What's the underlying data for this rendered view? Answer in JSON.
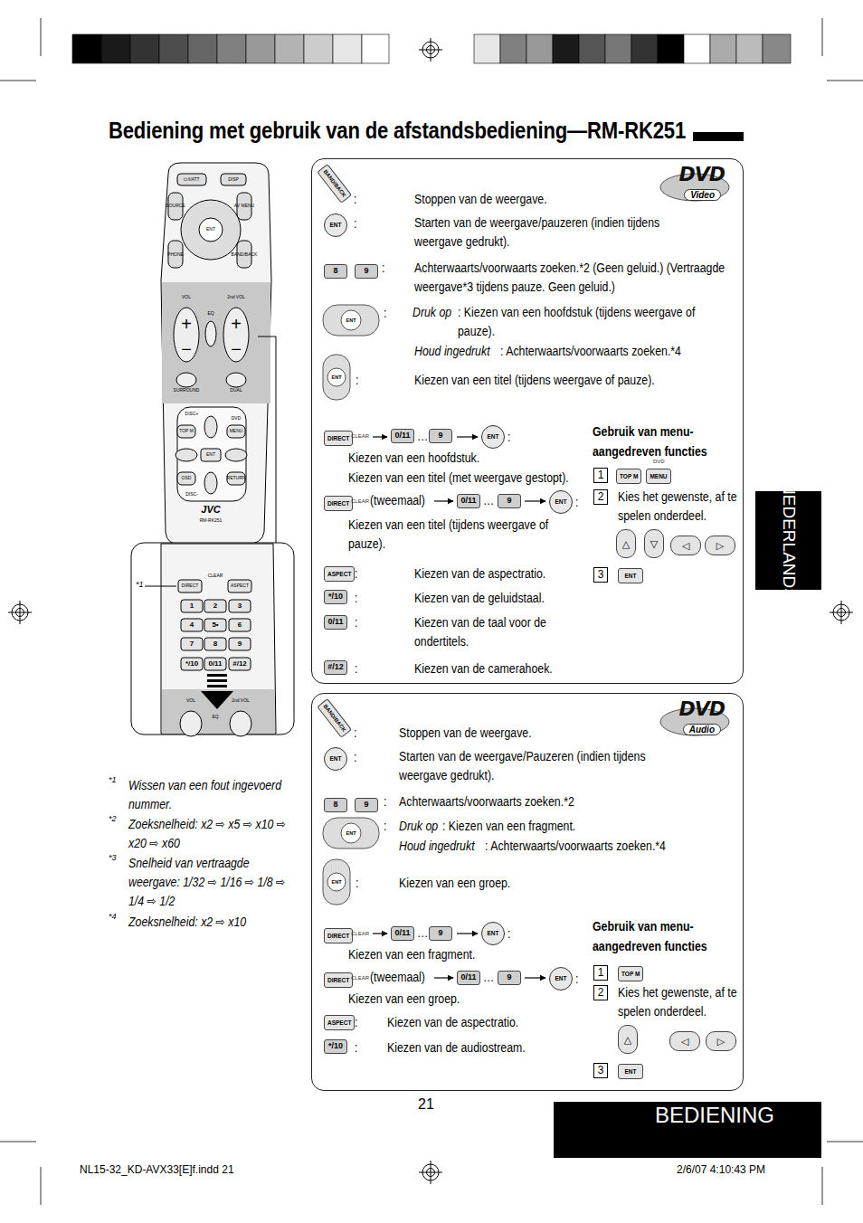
{
  "diagram": {
    "title": "Bediening met gebruik van de afstandsbediening—RM-RK251",
    "nodes": [
      {
        "text": [
          "DVD",
          "Video"
        ]
      },
      {
        "text": [
          "DVD",
          "Audio"
        ]
      },
      {
        "text": [
          "NEDERLANDS"
        ]
      },
      {
        "text": [
          "BEDIENING"
        ]
      }
    ],
    "labels": [
      "*1",
      "Wissen van een fout ingevoerd nummer.",
      "*2",
      "Zoeksnelheid: x2 ⇨ x5 ⇨ x10 ⇨ x20 ⇨ x60",
      "*3",
      "Snelheid van vertraagde weergave: 1/32 ⇨ 1/16 ⇨ 1/8 ⇨ 1/4 ⇨ 1/2",
      "*4",
      "Zoeksnelheid: x2 ⇨ x10",
      "BAND/BACK",
      ":",
      "Stoppen van de weergave.",
      "ENT",
      ":",
      "Starten van de weergave/pauzeren (indien tijdens weergave gedrukt).",
      "8",
      "9",
      ":",
      "Achterwaarts/voorwaarts zoeken.*2 (Geen geluid.) (Vertraagde weergave*3 tijdens pauze. Geen geluid.)",
      "ENT",
      ":",
      "Druk op",
      ": Kiezen van een hoofdstuk (tijdens weergave of pauze).",
      "Houd ingedrukt",
      ": Achterwaarts/voorwaarts zoeken.*4",
      "ENT",
      ":",
      "Kiezen van een titel (tijdens weergave of pauze).",
      "DIRECT",
      "CLEAR",
      "0/11",
      "…",
      "9",
      "ENT",
      ":",
      "Kiezen van een hoofdstuk.",
      "Kiezen van een titel (met weergave gestopt).",
      "DIRECT",
      "CLEAR",
      "(tweemaal)",
      "0/11",
      "…",
      "9",
      "ENT",
      ":",
      "Kiezen van een titel (tijdens weergave of pauze).",
      "Gebruik van menu-aangedreven functies",
      "1",
      "TOP M",
      "DVD",
      "MENU",
      "2",
      "Kies het gewenste, af te spelen onderdeel.",
      "△",
      "▽",
      "◁",
      "▷",
      "3",
      "ENT",
      "ASPECT",
      ":",
      "Kiezen van de aspectratio.",
      "*/10",
      ":",
      "Kiezen van de geluidstaal.",
      "0/11",
      ":",
      "Kiezen van de taal voor de ondertitels.",
      "#/12",
      ":",
      "Kiezen van de camerahoek.",
      "BAND/BACK",
      ":",
      "Stoppen van de weergave.",
      "ENT",
      ":",
      "Starten van de weergave/Pauzeren (indien tijdens weergave gedrukt).",
      "8",
      "9",
      ":",
      "Achterwaarts/voorwaarts zoeken.*2",
      "ENT",
      ":",
      "Druk op",
      ": Kiezen van een fragment.",
      "Houd ingedrukt",
      ": Achterwaarts/voorwaarts zoeken.*4",
      "ENT",
      ":",
      "Kiezen van een groep.",
      "DIRECT",
      "CLEAR",
      "0/11",
      "…",
      "9",
      "ENT",
      ":",
      "Kiezen van een fragment.",
      "DIRECT",
      "CLEAR",
      "(tweemaal)",
      "0/11",
      "…",
      "9",
      "ENT",
      ":",
      "Kiezen van een groep.",
      "Gebruik van menu-aangedreven functies",
      "1",
      "TOP M",
      "2",
      "Kies het gewenste, af te spelen onderdeel.",
      "△",
      "◁",
      "▷",
      "3",
      "ENT",
      "ASPECT",
      ":",
      "Kiezen van de aspectratio.",
      "*/10",
      ":",
      "Kiezen van de audiostream.",
      "21",
      "NL15-32_KD-AVX33[E]f.indd   21",
      "2/6/07   4:10:43 PM",
      "⏻/I/ATT",
      "DISP",
      "SOURCE",
      "AV MENU",
      "ENT",
      "PHONE",
      "BAND/BACK",
      "VOL",
      "2nd VOL",
      "+",
      "+",
      "−",
      "−",
      "EQ",
      "SURROUND",
      "DUAL",
      "DISC+",
      "TOP M",
      "DVD",
      "MENU",
      "ENT",
      "OSD",
      "RETURN",
      "DISC-",
      "JVC",
      "RM-RK251",
      "*1",
      "DIRECT",
      "CLEAR",
      "ASPECT",
      "1",
      "2",
      "3",
      "4",
      "5•",
      "6",
      "7",
      "8",
      "9",
      "*/10",
      "0/11",
      "#/12",
      "VOL",
      "2nd VOL",
      "EQ"
    ]
  }
}
